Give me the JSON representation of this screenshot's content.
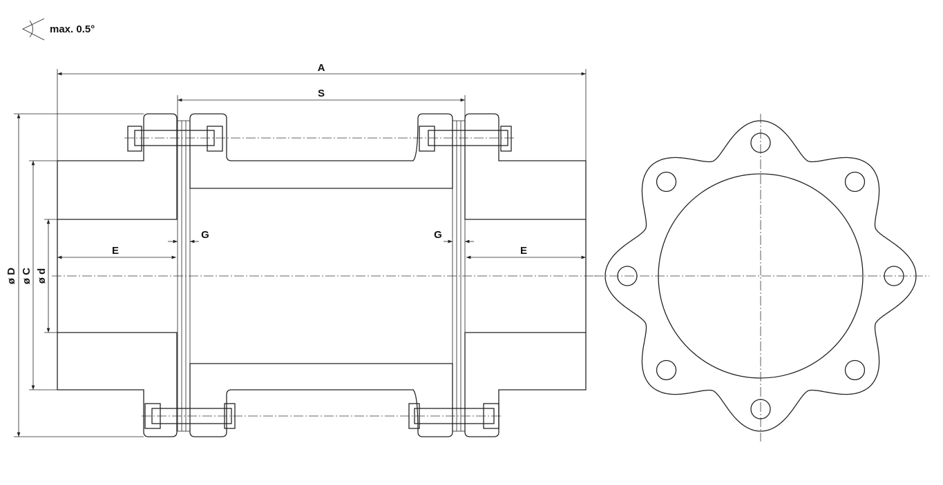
{
  "angle_note": {
    "icon": "angular-misalignment-icon",
    "text": "max. 0.5°"
  },
  "dimensions": {
    "A": "A",
    "S": "S",
    "E_left": "E",
    "E_right": "E",
    "G_left": "G",
    "G_right": "G",
    "D": "ø D",
    "C": "ø C",
    "d": "ø d"
  },
  "end_view": {
    "bolt_holes": 8
  }
}
